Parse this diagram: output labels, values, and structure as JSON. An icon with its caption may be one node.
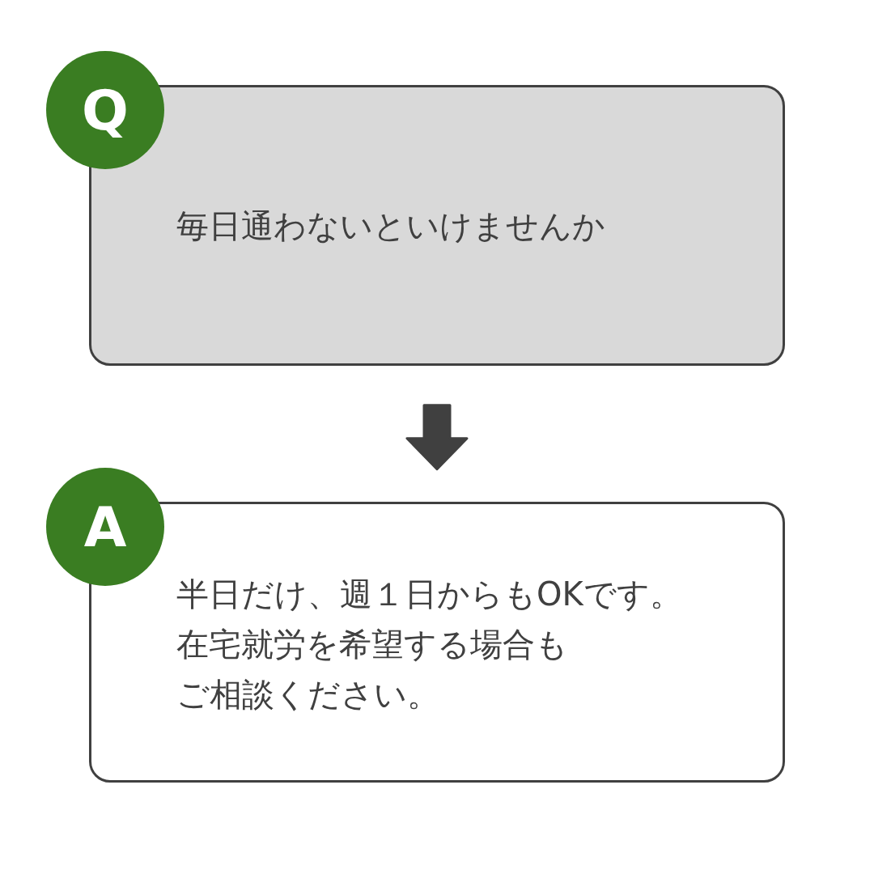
{
  "diagram": {
    "nodes": [
      {
        "text": [
          "毎日通わないといけませんか"
        ]
      },
      {
        "text": [
          "Q"
        ]
      },
      {
        "text": [
          "半日だけ、週１日からもOKです。",
          "在宅就労を希望する場合も",
          "ご相談ください。"
        ]
      },
      {
        "text": [
          "A"
        ]
      }
    ],
    "edges": [
      {
        "from": 0,
        "to": 2,
        "arrow": "to"
      }
    ]
  }
}
